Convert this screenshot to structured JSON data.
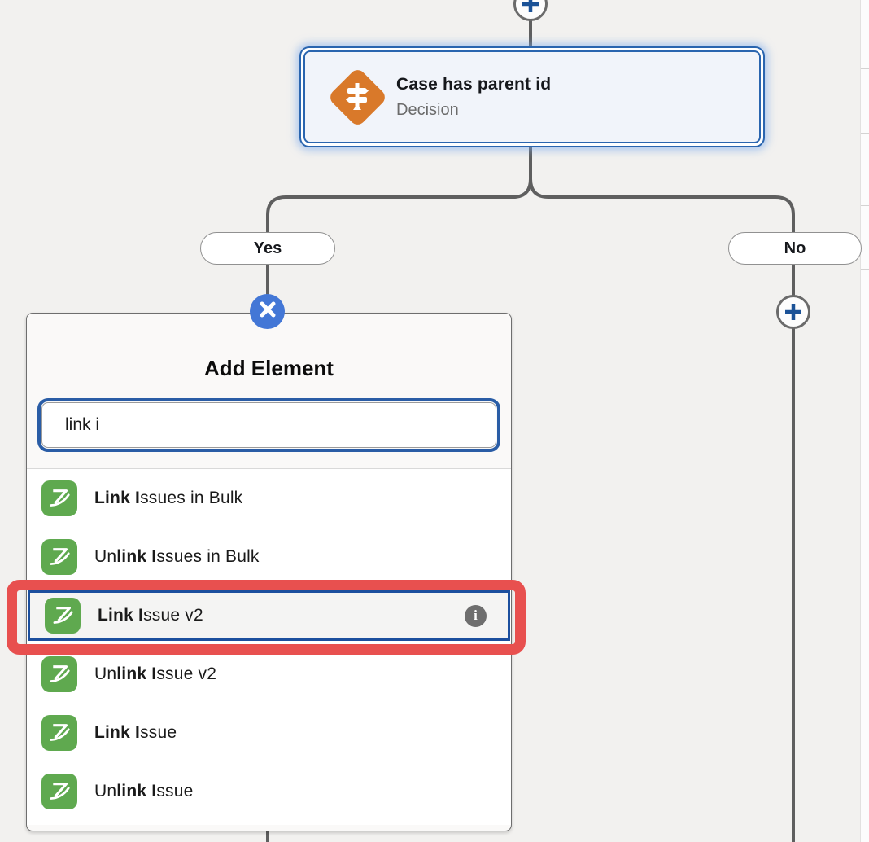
{
  "flow": {
    "decision_node": {
      "title": "Case has parent id",
      "subtitle": "Decision",
      "icon": "decision-signpost-icon"
    },
    "branches": {
      "yes_label": "Yes",
      "no_label": "No"
    },
    "connector_icons": {
      "top_add": "plus-icon",
      "yes_branch": "close-x-icon",
      "no_branch": "plus-icon"
    }
  },
  "panel": {
    "title": "Add Element",
    "search_value": "link i",
    "items": [
      {
        "segments": [
          {
            "t": "Link ",
            "b": true
          },
          {
            "t": "I",
            "b": true
          },
          {
            "t": "ssues in Bulk",
            "b": false
          }
        ],
        "selected": false,
        "icon": "zendesk-icon"
      },
      {
        "segments": [
          {
            "t": "Un",
            "b": false
          },
          {
            "t": "link ",
            "b": true
          },
          {
            "t": "I",
            "b": true
          },
          {
            "t": "ssues in Bulk",
            "b": false
          }
        ],
        "selected": false,
        "icon": "zendesk-icon"
      },
      {
        "segments": [
          {
            "t": "Link ",
            "b": true
          },
          {
            "t": "I",
            "b": true
          },
          {
            "t": "ssue v2",
            "b": false
          }
        ],
        "selected": true,
        "has_info_icon": true,
        "icon": "zendesk-icon"
      },
      {
        "segments": [
          {
            "t": "Un",
            "b": false
          },
          {
            "t": "link ",
            "b": true
          },
          {
            "t": "I",
            "b": true
          },
          {
            "t": "ssue v2",
            "b": false
          }
        ],
        "selected": false,
        "icon": "zendesk-icon"
      },
      {
        "segments": [
          {
            "t": "Link ",
            "b": true
          },
          {
            "t": "I",
            "b": true
          },
          {
            "t": "ssue",
            "b": false
          }
        ],
        "selected": false,
        "icon": "zendesk-icon"
      },
      {
        "segments": [
          {
            "t": "Un",
            "b": false
          },
          {
            "t": "link ",
            "b": true
          },
          {
            "t": "I",
            "b": true
          },
          {
            "t": "ssue",
            "b": false
          }
        ],
        "selected": false,
        "icon": "zendesk-icon"
      }
    ]
  },
  "annotation": {
    "type": "highlight-box",
    "target": "Link Issue v2",
    "color": "#e8504f"
  },
  "colors": {
    "canvas_bg": "#f2f1ef",
    "connector_gray": "#5f5f5f",
    "selection_blue": "#2a65af",
    "close_circle_blue": "#4377d6",
    "plus_glyph_blue": "#1b5297",
    "decision_orange": "#d9792a",
    "zendesk_green": "#5fa94f",
    "row_highlight_border": "#1c4f9e",
    "annotation_red": "#e8504f",
    "info_gray": "#6e6e6e"
  }
}
